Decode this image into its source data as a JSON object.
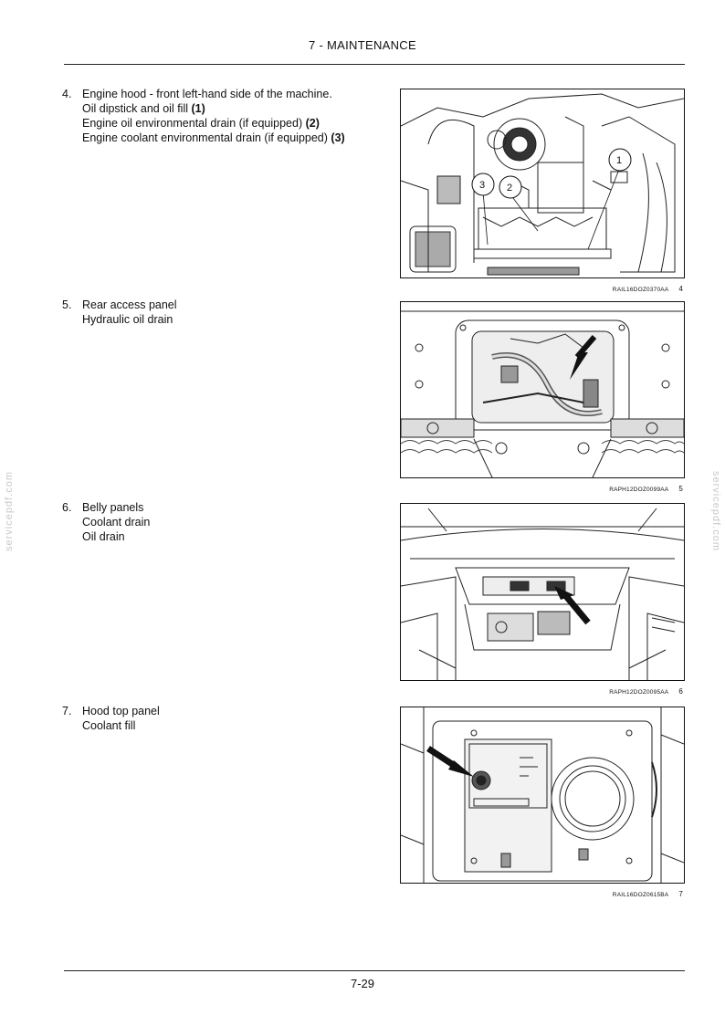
{
  "header": {
    "title": "7 - MAINTENANCE"
  },
  "watermark": "servicepdf.com",
  "items": [
    {
      "number": "4.",
      "lines": [
        {
          "text": "Engine hood - front left-hand side of the machine.",
          "ref": ""
        },
        {
          "text": "Oil dipstick and oil fill ",
          "ref": "(1)"
        },
        {
          "text": "Engine oil environmental drain (if equipped) ",
          "ref": "(2)"
        },
        {
          "text": "Engine coolant environmental drain (if equipped) ",
          "ref": "(3)"
        }
      ],
      "figure": {
        "code": "RAIL16DOZ0370AA",
        "number": "4",
        "callouts": [
          "1",
          "2",
          "3"
        ]
      }
    },
    {
      "number": "5.",
      "lines": [
        {
          "text": "Rear access panel",
          "ref": ""
        },
        {
          "text": "Hydraulic oil drain",
          "ref": ""
        }
      ],
      "figure": {
        "code": "RAPH12DOZ0099AA",
        "number": "5"
      }
    },
    {
      "number": "6.",
      "lines": [
        {
          "text": "Belly panels",
          "ref": ""
        },
        {
          "text": "Coolant drain",
          "ref": ""
        },
        {
          "text": "Oil drain",
          "ref": ""
        }
      ],
      "figure": {
        "code": "RAPH12DOZ0095AA",
        "number": "6"
      }
    },
    {
      "number": "7.",
      "lines": [
        {
          "text": "Hood top panel",
          "ref": ""
        },
        {
          "text": "Coolant fill",
          "ref": ""
        }
      ],
      "figure": {
        "code": "RAIL16DOZ0615BA",
        "number": "7"
      }
    }
  ],
  "footer": {
    "page": "7-29"
  }
}
